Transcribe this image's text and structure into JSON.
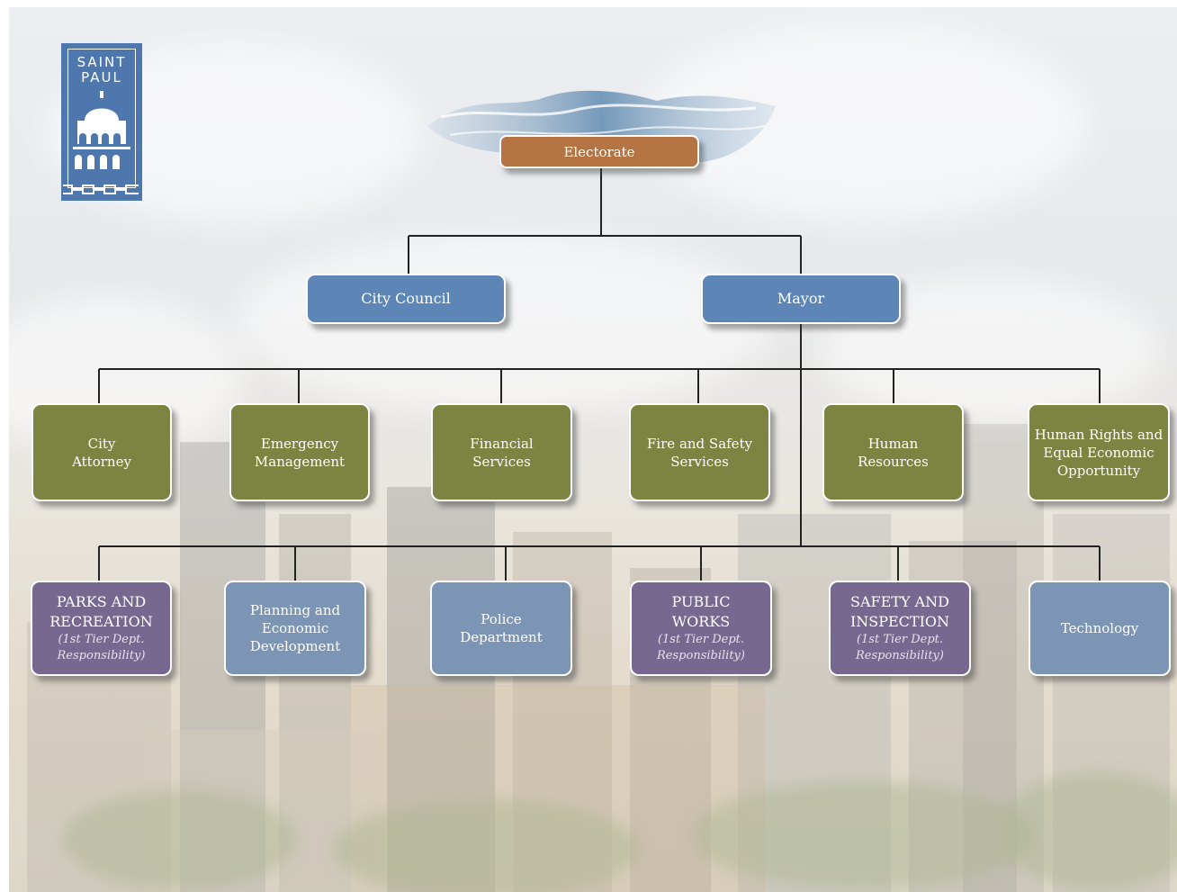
{
  "logo": {
    "line1": "SAINT",
    "line2": "PAUL"
  },
  "nodes": {
    "electorate": "Electorate",
    "city_council": "City Council",
    "mayor": "Mayor",
    "city_attorney": [
      "City",
      "Attorney"
    ],
    "emergency_management": [
      "Emergency",
      "Management"
    ],
    "financial_services": [
      "Financial",
      "Services"
    ],
    "fire_safety": [
      "Fire and Safety",
      "Services"
    ],
    "human_resources": [
      "Human",
      "Resources"
    ],
    "human_rights": [
      "Human Rights and",
      "Equal Economic",
      "Opportunity"
    ],
    "parks": [
      "PARKS AND",
      "RECREATION"
    ],
    "planning": [
      "Planning and",
      "Economic",
      "Development"
    ],
    "police": [
      "Police",
      "Department"
    ],
    "public_works": [
      "PUBLIC",
      "WORKS"
    ],
    "safety_inspection": [
      "SAFETY AND",
      "INSPECTION"
    ],
    "technology": "Technology",
    "tier_note": [
      "(1st Tier Dept.",
      "Responsibility)"
    ]
  },
  "colors": {
    "electorate": "#b57444",
    "council_mayor": "#5d86b6",
    "row1": "#7d8441",
    "tier_dept": "#76688e",
    "row2_other": "#7d95b4",
    "logo": "#4e78ad"
  }
}
